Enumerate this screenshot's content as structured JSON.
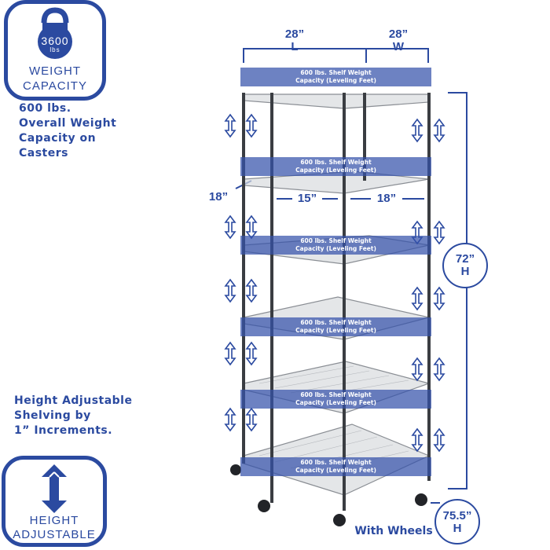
{
  "badges": {
    "weight": {
      "number": "3600",
      "unit": "lbs",
      "line1": "WEIGHT",
      "line2": "CAPACITY"
    },
    "height": {
      "line1": "HEIGHT",
      "line2": "ADJUSTABLE"
    }
  },
  "side_text": {
    "overall_weight": [
      "600 lbs.",
      "Overall Weight",
      "Capacity on",
      "Casters"
    ],
    "adjustable": [
      "Height Adjustable",
      "Shelving by",
      "1” Increments."
    ]
  },
  "dimensions": {
    "length": {
      "value": "28”",
      "unit": "L"
    },
    "width": {
      "value": "28”",
      "unit": "W"
    },
    "height": {
      "value": "72”",
      "unit": "H"
    },
    "height_wheels": {
      "value": "75.5”",
      "unit": "H"
    },
    "side_depth": "18”",
    "inner_left": "15”",
    "inner_right": "18”",
    "wheels_label": "With Wheels"
  },
  "shelf_label": {
    "line1": "600 lbs. Shelf Weight",
    "line2": "Capacity (Leveling Feet)"
  },
  "colors": {
    "brand": "#2b4aa0",
    "overlay": "#3452aa",
    "chrome": "#8a8e94"
  }
}
